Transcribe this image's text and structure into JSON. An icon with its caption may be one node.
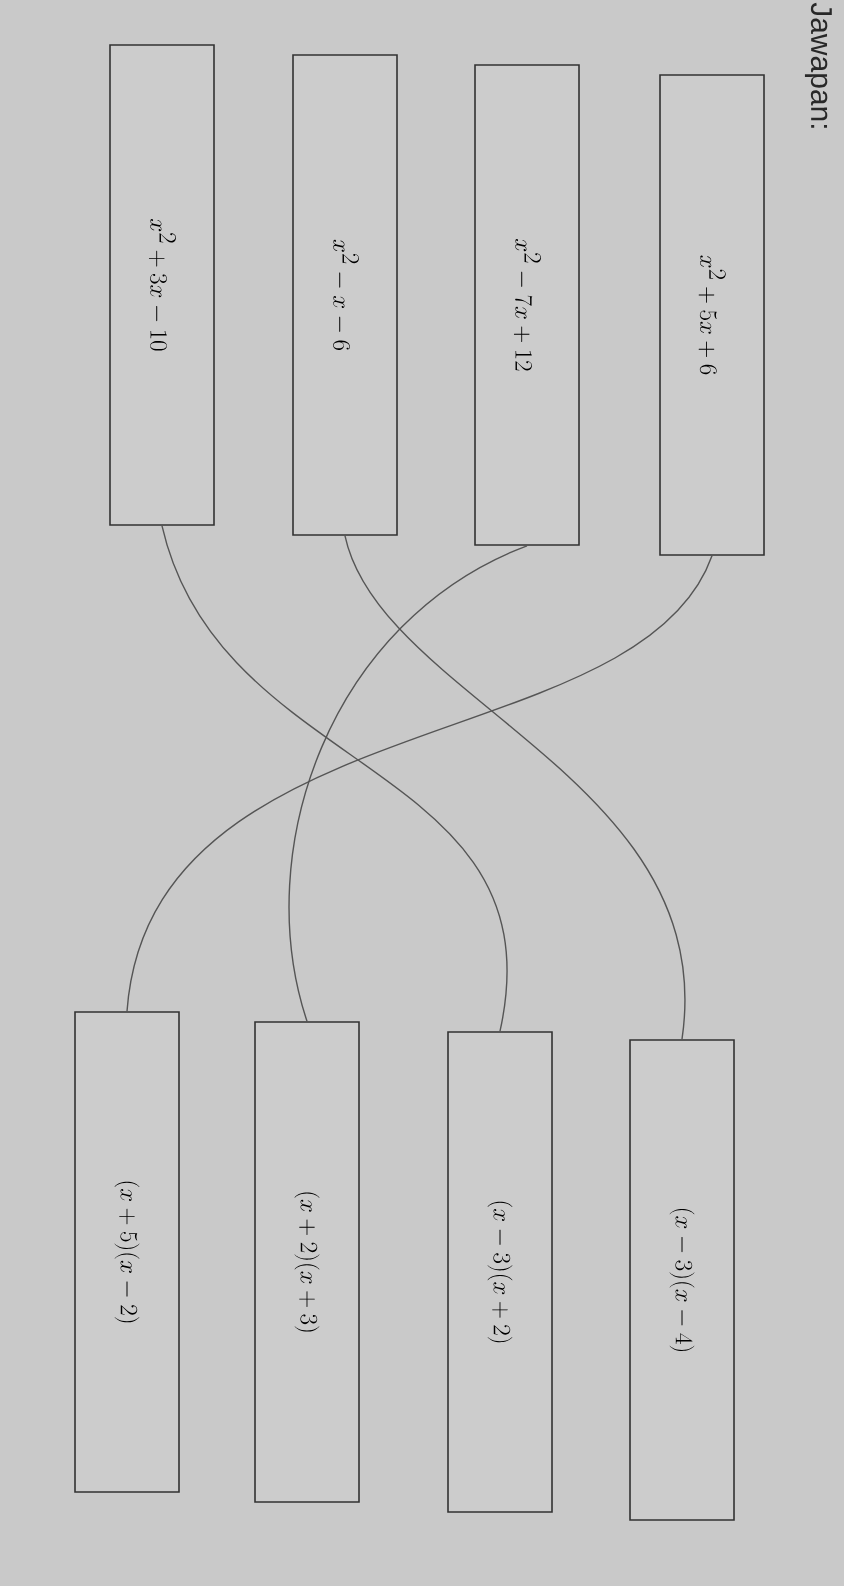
{
  "diagram": {
    "title": "Jawapan:",
    "nodes": [
      {
        "text": [
          "x^2 + 5x + 6"
        ]
      },
      {
        "text": [
          "x^2 - 7x + 12"
        ]
      },
      {
        "text": [
          "x^2 - x - 6"
        ]
      },
      {
        "text": [
          "x^2 + 3x - 10"
        ]
      },
      {
        "text": [
          "(x - 3)(x - 4)"
        ]
      },
      {
        "text": [
          "(x - 3)(x + 2)"
        ]
      },
      {
        "text": [
          "(x + 2)(x + 3)"
        ]
      },
      {
        "text": [
          "(x + 5)(x - 2)"
        ]
      }
    ],
    "edges": [
      {
        "from": 0,
        "to": 7,
        "arrow": "none"
      },
      {
        "from": 1,
        "to": 6,
        "arrow": "none"
      },
      {
        "from": 2,
        "to": 4,
        "arrow": "none"
      },
      {
        "from": 3,
        "to": 5,
        "arrow": "none"
      }
    ]
  }
}
